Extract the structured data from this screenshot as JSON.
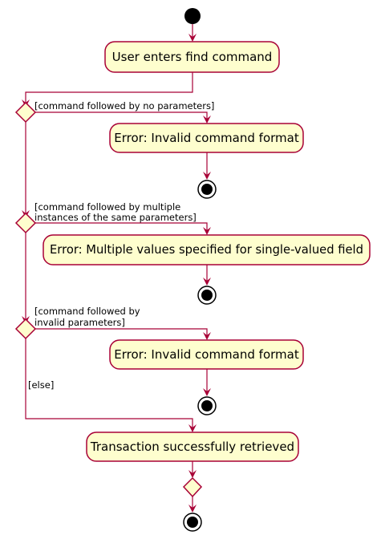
{
  "colors": {
    "line": "#A80036",
    "box_fill": "#FEFECE",
    "node": "#000000"
  },
  "actions": {
    "enter_command": "User enters find command",
    "invalid_format_1": "Error: Invalid command format",
    "multiple_values": "Error: Multiple values specified for single-valued field",
    "invalid_format_2": "Error: Invalid command format",
    "success": "Transaction successfully retrieved"
  },
  "guards": {
    "no_params": "[command followed by no parameters]",
    "multiple_line1": "[command followed by multiple",
    "multiple_line2": "instances of the same parameters]",
    "invalid_line1": "[command followed by",
    "invalid_line2": "invalid parameters]",
    "else": "[else]"
  }
}
